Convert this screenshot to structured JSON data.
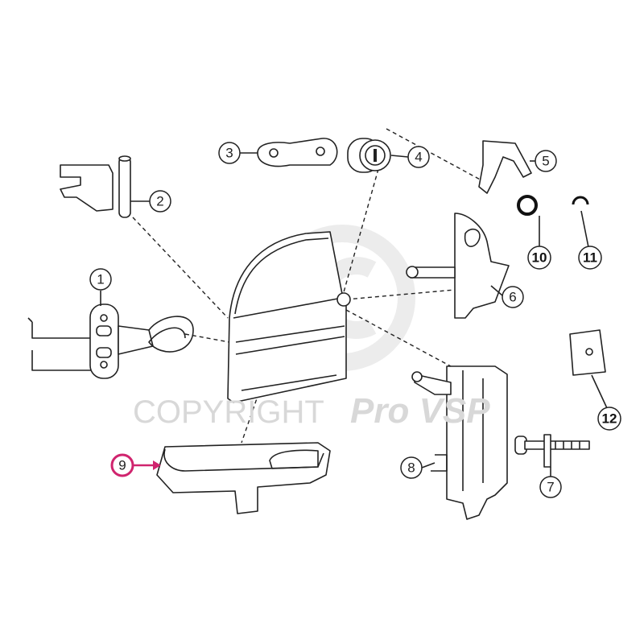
{
  "diagram": {
    "title": "Front door parts diagram",
    "watermark": {
      "text": "COPYRIGHT",
      "brand": "Pro VSP"
    },
    "highlight_color": "#d0246e",
    "callouts": {
      "c1": "1",
      "c2": "2",
      "c3": "3",
      "c4": "4",
      "c5": "5",
      "c6": "6",
      "c7": "7",
      "c8": "8",
      "c9": "9",
      "c10": "10",
      "c11": "11",
      "c12": "12"
    }
  }
}
